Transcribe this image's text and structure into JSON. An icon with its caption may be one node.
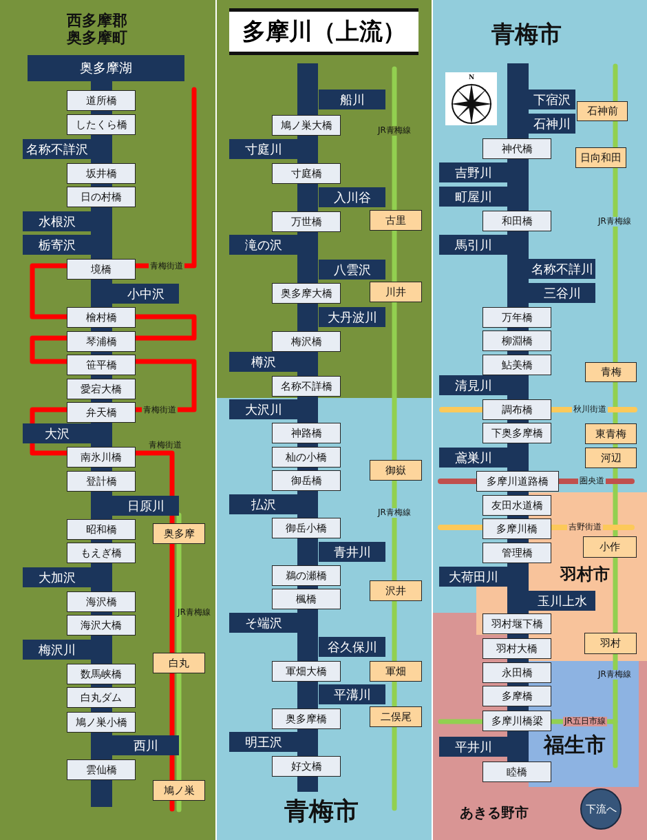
{
  "diagram": {
    "title": "多摩川（上流）",
    "nodes": [
      {
        "text": [
          "奥多摩湖"
        ]
      },
      {
        "text": [
          "道所橋"
        ]
      },
      {
        "text": [
          "したくら橋"
        ]
      },
      {
        "text": [
          "名称不詳沢"
        ]
      },
      {
        "text": [
          "坂井橋"
        ]
      },
      {
        "text": [
          "日の村橋"
        ]
      },
      {
        "text": [
          "水根沢"
        ]
      },
      {
        "text": [
          "栃寄沢"
        ]
      },
      {
        "text": [
          "境橋"
        ]
      },
      {
        "text": [
          "小中沢"
        ]
      },
      {
        "text": [
          "檜村橋"
        ]
      },
      {
        "text": [
          "琴浦橋"
        ]
      },
      {
        "text": [
          "笹平橋"
        ]
      },
      {
        "text": [
          "愛宕大橋"
        ]
      },
      {
        "text": [
          "弁天橋"
        ]
      },
      {
        "text": [
          "大沢"
        ]
      },
      {
        "text": [
          "南氷川橋"
        ]
      },
      {
        "text": [
          "登計橋"
        ]
      },
      {
        "text": [
          "日原川"
        ]
      },
      {
        "text": [
          "昭和橋"
        ]
      },
      {
        "text": [
          "奥多摩"
        ]
      },
      {
        "text": [
          "もえぎ橋"
        ]
      },
      {
        "text": [
          "大加沢"
        ]
      },
      {
        "text": [
          "海沢橋"
        ]
      },
      {
        "text": [
          "海沢大橋"
        ]
      },
      {
        "text": [
          "梅沢川"
        ]
      },
      {
        "text": [
          "白丸"
        ]
      },
      {
        "text": [
          "数馬峡橋"
        ]
      },
      {
        "text": [
          "白丸ダム"
        ]
      },
      {
        "text": [
          "鳩ノ巣小橋"
        ]
      },
      {
        "text": [
          "西川"
        ]
      },
      {
        "text": [
          "雲仙橋"
        ]
      },
      {
        "text": [
          "鳩ノ巣"
        ]
      },
      {
        "text": [
          "船川"
        ]
      },
      {
        "text": [
          "鳩ノ巣大橋"
        ]
      },
      {
        "text": [
          "寸庭川"
        ]
      },
      {
        "text": [
          "寸庭橋"
        ]
      },
      {
        "text": [
          "入川谷"
        ]
      },
      {
        "text": [
          "万世橋"
        ]
      },
      {
        "text": [
          "古里"
        ]
      },
      {
        "text": [
          "滝の沢"
        ]
      },
      {
        "text": [
          "八雲沢"
        ]
      },
      {
        "text": [
          "奥多摩大橋"
        ]
      },
      {
        "text": [
          "川井"
        ]
      },
      {
        "text": [
          "大丹波川"
        ]
      },
      {
        "text": [
          "梅沢橋"
        ]
      },
      {
        "text": [
          "樽沢"
        ]
      },
      {
        "text": [
          "名称不詳橋"
        ]
      },
      {
        "text": [
          "大沢川"
        ]
      },
      {
        "text": [
          "神路橋"
        ]
      },
      {
        "text": [
          "杣の小橋"
        ]
      },
      {
        "text": [
          "御嶽"
        ]
      },
      {
        "text": [
          "御岳橋"
        ]
      },
      {
        "text": [
          "払沢"
        ]
      },
      {
        "text": [
          "御岳小橋"
        ]
      },
      {
        "text": [
          "青井川"
        ]
      },
      {
        "text": [
          "鵜の瀬橋"
        ]
      },
      {
        "text": [
          "沢井"
        ]
      },
      {
        "text": [
          "楓橋"
        ]
      },
      {
        "text": [
          "そ端沢"
        ]
      },
      {
        "text": [
          "谷久保川"
        ]
      },
      {
        "text": [
          "軍畑大橋"
        ]
      },
      {
        "text": [
          "軍畑"
        ]
      },
      {
        "text": [
          "平溝川"
        ]
      },
      {
        "text": [
          "二俣尾"
        ]
      },
      {
        "text": [
          "奥多摩橋"
        ]
      },
      {
        "text": [
          "明王沢"
        ]
      },
      {
        "text": [
          "好文橋"
        ]
      },
      {
        "text": [
          "下宿沢"
        ]
      },
      {
        "text": [
          "石神前"
        ]
      },
      {
        "text": [
          "石神川"
        ]
      },
      {
        "text": [
          "神代橋"
        ]
      },
      {
        "text": [
          "日向和田"
        ]
      },
      {
        "text": [
          "吉野川"
        ]
      },
      {
        "text": [
          "町屋川"
        ]
      },
      {
        "text": [
          "和田橋"
        ]
      },
      {
        "text": [
          "馬引川"
        ]
      },
      {
        "text": [
          "名称不詳川"
        ]
      },
      {
        "text": [
          "三谷川"
        ]
      },
      {
        "text": [
          "万年橋"
        ]
      },
      {
        "text": [
          "柳淵橋"
        ]
      },
      {
        "text": [
          "鮎美橋"
        ]
      },
      {
        "text": [
          "青梅"
        ]
      },
      {
        "text": [
          "清見川"
        ]
      },
      {
        "text": [
          "調布橋"
        ]
      },
      {
        "text": [
          "東青梅"
        ]
      },
      {
        "text": [
          "下奥多摩橋"
        ]
      },
      {
        "text": [
          "鳶巣川"
        ]
      },
      {
        "text": [
          "河辺"
        ]
      },
      {
        "text": [
          "多摩川道路橋"
        ]
      },
      {
        "text": [
          "友田水道橋"
        ]
      },
      {
        "text": [
          "多摩川橋"
        ]
      },
      {
        "text": [
          "小作"
        ]
      },
      {
        "text": [
          "管理橋"
        ]
      },
      {
        "text": [
          "大荷田川"
        ]
      },
      {
        "text": [
          "玉川上水"
        ]
      },
      {
        "text": [
          "羽村堰下橋"
        ]
      },
      {
        "text": [
          "羽村"
        ]
      },
      {
        "text": [
          "羽村大橋"
        ]
      },
      {
        "text": [
          "永田橋"
        ]
      },
      {
        "text": [
          "多摩橋"
        ]
      },
      {
        "text": [
          "多摩川橋梁"
        ]
      },
      {
        "text": [
          "平井川"
        ]
      },
      {
        "text": [
          "睦橋"
        ]
      },
      {
        "text": [
          "下流へ"
        ]
      }
    ],
    "labels": [
      "西多摩郡奥多摩町",
      "青梅街道",
      "青梅街道",
      "青梅街道",
      "JR青梅線",
      "JR青梅線",
      "JR青梅線",
      "青梅市",
      "青梅市",
      "N",
      "JR青梅線",
      "秋川街道",
      "圏央道",
      "吉野街道",
      "羽村市",
      "JR青梅線",
      "JR五日市線",
      "福生市",
      "あきる野市"
    ]
  }
}
